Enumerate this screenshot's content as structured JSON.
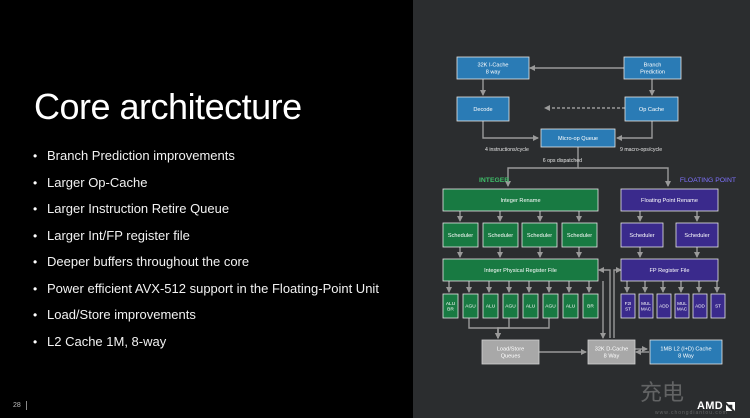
{
  "slide": {
    "title": "Core architecture",
    "bullets": [
      "Branch Prediction improvements",
      "Larger Op-Cache",
      "Larger Instruction Retire Queue",
      "Larger Int/FP register file",
      "Deeper buffers throughout the core",
      "Power efficient AVX-512 support in the Floating-Point Unit",
      "Load/Store improvements",
      "L2 Cache 1M, 8-way"
    ],
    "page_number": "28",
    "logo_text": "AMD",
    "watermark": "充电",
    "watermark_sub": "www.chongdiantou.com"
  },
  "colors": {
    "frontend_box": "#2a7bb5",
    "integer_box": "#187a42",
    "integer_label": "#3fbf6a",
    "fp_box": "#3a2a8c",
    "fp_label": "#7f72ff",
    "memory_box": "#a8a8a8",
    "arrow": "#9a9a9a",
    "panel_bg": "#2b2d2f"
  },
  "diagram": {
    "icache": [
      "32K I-Cache",
      "8 way"
    ],
    "branch": [
      "Branch",
      "Prediction"
    ],
    "decode": "Decode",
    "opcache": "Op Cache",
    "uop_queue": "Micro-op Queue",
    "decode_rate": "4 instructions/cycle",
    "opcache_rate": "9 macro-ops/cycle",
    "dispatch": "6 ops dispatched",
    "integer_label": "INTEGER",
    "fp_label": "FLOATING POINT",
    "int_rename": "Integer Rename",
    "fp_rename": "Floating Point Rename",
    "scheduler": "Scheduler",
    "int_prf": "Integer Physical Register File",
    "fp_rf": "FP Register File",
    "int_units": [
      [
        "ALU",
        "BR"
      ],
      [
        "AGU"
      ],
      [
        "ALU"
      ],
      [
        "AGU"
      ],
      [
        "ALU"
      ],
      [
        "AGU"
      ],
      [
        "ALU"
      ],
      [
        "BR"
      ]
    ],
    "fp_units": [
      [
        "F2I",
        "ST"
      ],
      [
        "MUL",
        "MAC"
      ],
      [
        "ADD"
      ],
      [
        "MUL",
        "MAC"
      ],
      [
        "ADD"
      ],
      [
        "ST"
      ]
    ],
    "load_store": [
      "Load/Store",
      "Queues"
    ],
    "dcache": [
      "32K D-Cache",
      "8 Way"
    ],
    "l2": [
      "1MB L2 (I+D) Cache",
      "8 Way"
    ]
  }
}
